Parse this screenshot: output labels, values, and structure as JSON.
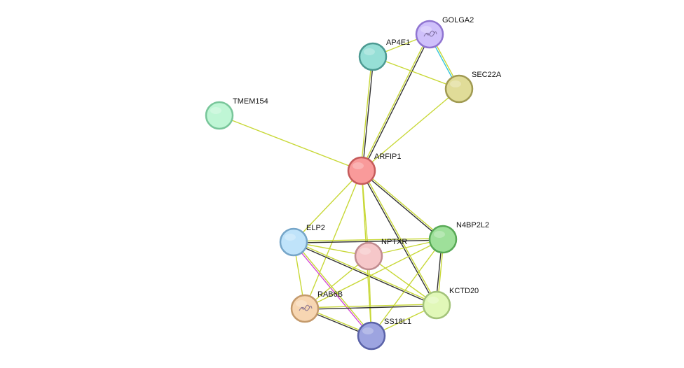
{
  "network": {
    "nodes": [
      {
        "id": "ARFIP1",
        "label": "ARFIP1",
        "fill": "#f99a9a",
        "stroke": "#c55b5b"
      },
      {
        "id": "AP4E1",
        "label": "AP4E1",
        "fill": "#96dfd6",
        "stroke": "#4c9a92"
      },
      {
        "id": "GOLGA2",
        "label": "GOLGA2",
        "fill": "#cfc0fb",
        "stroke": "#8f74d1",
        "icon": "protein-structure-icon"
      },
      {
        "id": "SEC22A",
        "label": "SEC22A",
        "fill": "#e0dc98",
        "stroke": "#a09a52"
      },
      {
        "id": "TMEM154",
        "label": "TMEM154",
        "fill": "#bff6d5",
        "stroke": "#78c69a"
      },
      {
        "id": "ELP2",
        "label": "ELP2",
        "fill": "#bfe3fa",
        "stroke": "#76a6c9"
      },
      {
        "id": "NPTXR",
        "label": "NPTXR",
        "fill": "#f6c7c9",
        "stroke": "#c08b8f"
      },
      {
        "id": "N4BP2L2",
        "label": "N4BP2L2",
        "fill": "#9ee09a",
        "stroke": "#58a956"
      },
      {
        "id": "RAB6B",
        "label": "RAB6B",
        "fill": "#f7d6b2",
        "stroke": "#c49a6c",
        "icon": "protein-structure-icon"
      },
      {
        "id": "KCTD20",
        "label": "KCTD20",
        "fill": "#e1f8b8",
        "stroke": "#a3c37a"
      },
      {
        "id": "SS18L1",
        "label": "SS18L1",
        "fill": "#9da4e0",
        "stroke": "#5a62a8"
      }
    ],
    "edge_colors": {
      "textmining": "#c8d837",
      "coexpression": "#333333",
      "database": "#36c5dc",
      "experiment": "#d44cd6"
    },
    "edges": [
      {
        "source": "ARFIP1",
        "target": "TMEM154",
        "types": [
          "textmining"
        ]
      },
      {
        "source": "ARFIP1",
        "target": "AP4E1",
        "types": [
          "textmining",
          "coexpression"
        ]
      },
      {
        "source": "ARFIP1",
        "target": "GOLGA2",
        "types": [
          "textmining",
          "coexpression"
        ]
      },
      {
        "source": "ARFIP1",
        "target": "SEC22A",
        "types": [
          "textmining"
        ]
      },
      {
        "source": "AP4E1",
        "target": "GOLGA2",
        "types": [
          "textmining"
        ]
      },
      {
        "source": "AP4E1",
        "target": "SEC22A",
        "types": [
          "textmining"
        ]
      },
      {
        "source": "GOLGA2",
        "target": "SEC22A",
        "types": [
          "textmining",
          "database"
        ]
      },
      {
        "source": "ARFIP1",
        "target": "ELP2",
        "types": [
          "textmining"
        ]
      },
      {
        "source": "ARFIP1",
        "target": "NPTXR",
        "types": [
          "textmining"
        ]
      },
      {
        "source": "ARFIP1",
        "target": "N4BP2L2",
        "types": [
          "textmining",
          "coexpression"
        ]
      },
      {
        "source": "ARFIP1",
        "target": "RAB6B",
        "types": [
          "textmining"
        ]
      },
      {
        "source": "ARFIP1",
        "target": "KCTD20",
        "types": [
          "textmining",
          "coexpression"
        ]
      },
      {
        "source": "ARFIP1",
        "target": "SS18L1",
        "types": [
          "textmining"
        ]
      },
      {
        "source": "ELP2",
        "target": "NPTXR",
        "types": [
          "textmining"
        ]
      },
      {
        "source": "ELP2",
        "target": "N4BP2L2",
        "types": [
          "textmining",
          "coexpression"
        ]
      },
      {
        "source": "ELP2",
        "target": "RAB6B",
        "types": [
          "textmining"
        ]
      },
      {
        "source": "ELP2",
        "target": "KCTD20",
        "types": [
          "textmining",
          "coexpression"
        ]
      },
      {
        "source": "ELP2",
        "target": "SS18L1",
        "types": [
          "textmining",
          "experiment"
        ]
      },
      {
        "source": "NPTXR",
        "target": "N4BP2L2",
        "types": [
          "textmining"
        ]
      },
      {
        "source": "NPTXR",
        "target": "RAB6B",
        "types": [
          "textmining"
        ]
      },
      {
        "source": "NPTXR",
        "target": "KCTD20",
        "types": [
          "textmining"
        ]
      },
      {
        "source": "NPTXR",
        "target": "SS18L1",
        "types": [
          "textmining"
        ]
      },
      {
        "source": "N4BP2L2",
        "target": "RAB6B",
        "types": [
          "textmining"
        ]
      },
      {
        "source": "N4BP2L2",
        "target": "KCTD20",
        "types": [
          "textmining",
          "coexpression"
        ]
      },
      {
        "source": "N4BP2L2",
        "target": "SS18L1",
        "types": [
          "textmining"
        ]
      },
      {
        "source": "RAB6B",
        "target": "KCTD20",
        "types": [
          "textmining",
          "coexpression"
        ]
      },
      {
        "source": "RAB6B",
        "target": "SS18L1",
        "types": [
          "textmining",
          "coexpression"
        ]
      },
      {
        "source": "KCTD20",
        "target": "SS18L1",
        "types": [
          "textmining"
        ]
      }
    ]
  }
}
